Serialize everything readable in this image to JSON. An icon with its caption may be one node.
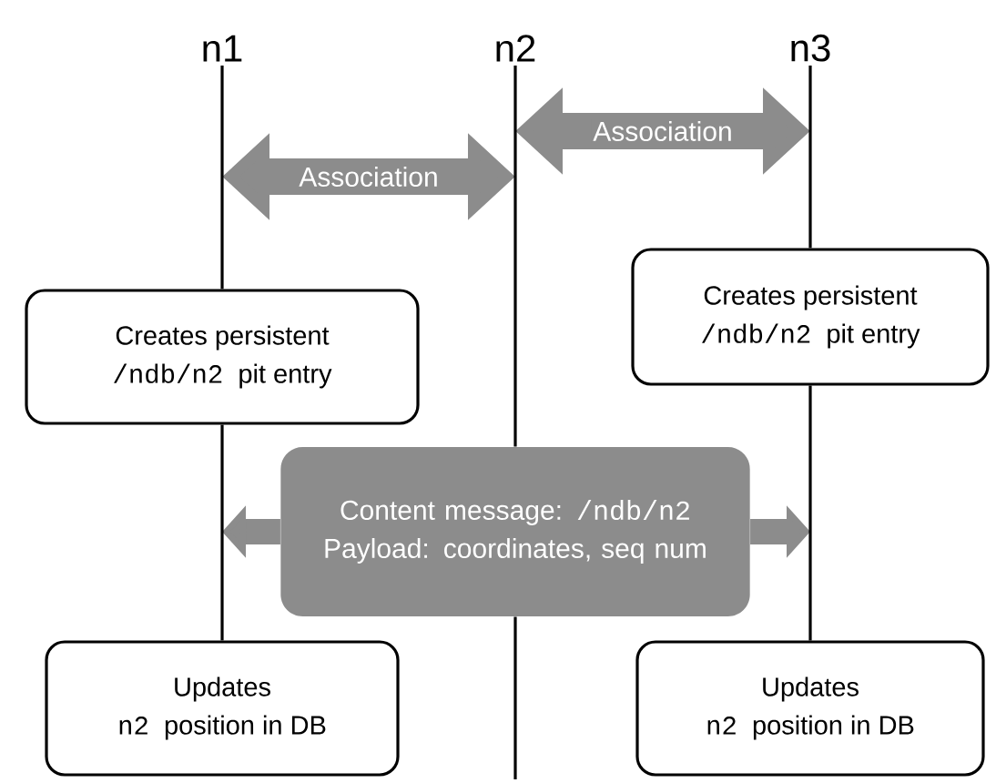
{
  "diagram": {
    "nodes": [
      {
        "text": [
          "n1"
        ]
      },
      {
        "text": [
          "n2"
        ]
      },
      {
        "text": [
          "n3"
        ]
      },
      {
        "text": [
          "Creates persistent",
          "/ndb/n2",
          "pit entry"
        ]
      },
      {
        "text": [
          "Creates persistent",
          "/ndb/n2",
          "pit entry"
        ]
      },
      {
        "text": [
          "Content message:",
          "/ndb/n2",
          "Payload: coordinates, seq num"
        ]
      },
      {
        "text": [
          "Updates",
          "n2",
          "position in DB"
        ]
      },
      {
        "text": [
          "Updates",
          "n2",
          "position in DB"
        ]
      }
    ],
    "edges": [
      {
        "from": 1,
        "to": 2,
        "arrow": "both",
        "label": "Association",
        "style": "thick",
        "color": "#8c8c8c"
      },
      {
        "from": 0,
        "to": 1,
        "arrow": "both",
        "label": "Association",
        "style": "thick",
        "color": "#8c8c8c"
      },
      {
        "from": 0,
        "to": 3,
        "arrow": "none"
      },
      {
        "from": 2,
        "to": 4,
        "arrow": "none"
      },
      {
        "from": 1,
        "to": null,
        "arrow": "none"
      },
      {
        "from": 5,
        "to": null,
        "arrow": "to",
        "style": "thick",
        "color": "#8c8c8c"
      },
      {
        "from": 5,
        "to": null,
        "arrow": "to",
        "style": "thick",
        "color": "#8c8c8c"
      },
      {
        "from": 3,
        "to": 6,
        "arrow": "none"
      },
      {
        "from": 4,
        "to": 7,
        "arrow": "none"
      }
    ]
  }
}
